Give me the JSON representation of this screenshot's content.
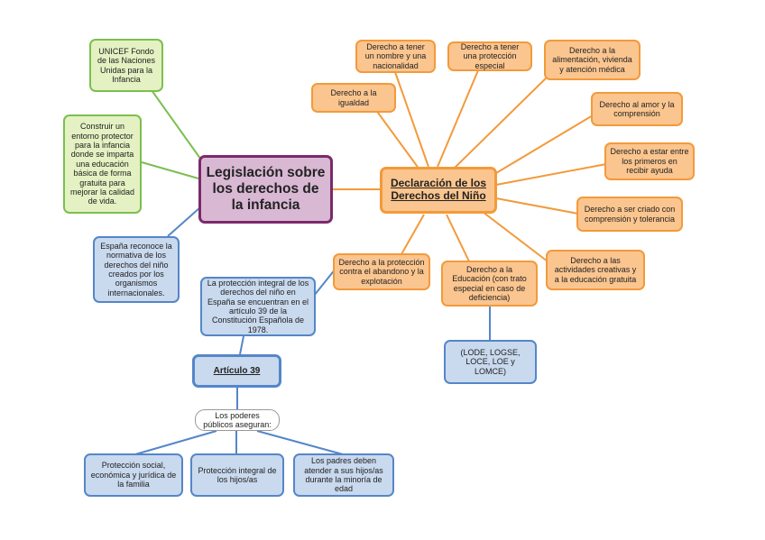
{
  "central": "Legislación sobre los derechos de la infancia",
  "declaracion": {
    "title": "Declaración de los Derechos del Niño",
    "rights": [
      "Derecho a tener un nombre y una nacionalidad",
      "Derecho a tener una protección especial",
      "Derecho a la alimentación, vivienda y atención médica",
      "Derecho a la igualdad",
      "Derecho al amor y la comprensión",
      "Derecho a estar entre los primeros en recibir ayuda",
      "Derecho a ser criado con comprensión y tolerancia",
      "Derecho a las actividades creativas y a la educación gratuita",
      "Derecho a la Educación (con trato especial en caso de deficiencia)",
      "Derecho a la protección contra el abandono y la explotación"
    ],
    "education_laws": "(LODE, LOGSE, LOCE, LOE y LOMCE)"
  },
  "unicef": {
    "name": "UNICEF Fondo de las Naciones Unidas para la Infancia",
    "goal": "Construir un entorno protector para la infancia donde se imparta una educación básica de forma gratuita para mejorar la calidad de vida."
  },
  "espana": {
    "recognition": "España reconoce la normativa de los derechos del niño creados por los organismos internacionales.",
    "constitution": "La protección integral de los derechos del niño en España se encuentran en el artículo 39 de la Constitución Española de 1978.",
    "article": "Artículo 39",
    "guarantee": "Los poderes públicos aseguran:",
    "items": [
      "Protección social, económica y jurídica de la familia",
      "Protección integral de los hijos/as",
      "Los padres deben atender a sus hijos/as durante la minoría de edad"
    ]
  },
  "colors": {
    "central_fill": "#d9b8d4",
    "central_border": "#7b2a6b",
    "orange_fill": "#fbc58f",
    "orange_border": "#f39a3b",
    "green_fill": "#e4f1c2",
    "green_border": "#7cbf4f",
    "blue_fill": "#c9d9ee",
    "blue_border": "#5586c8"
  }
}
